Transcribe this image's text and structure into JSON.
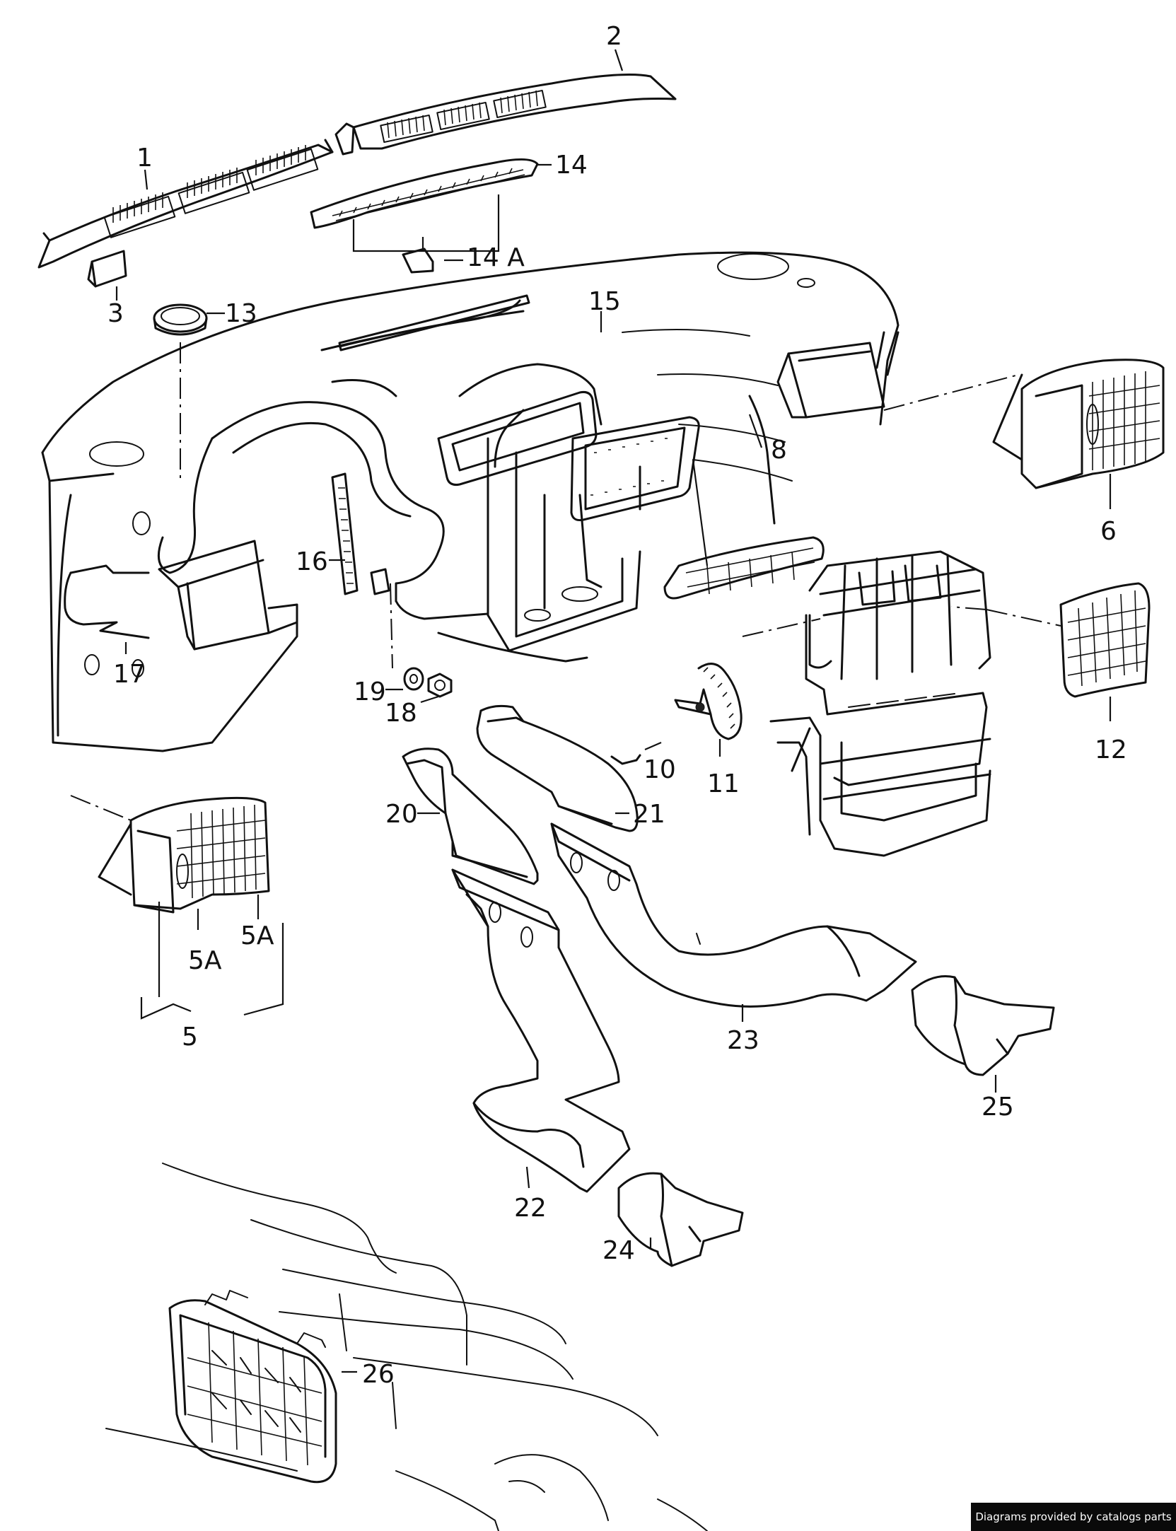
{
  "diagram": {
    "callouts": [
      {
        "id": "1",
        "text": "1"
      },
      {
        "id": "2",
        "text": "2"
      },
      {
        "id": "3",
        "text": "3"
      },
      {
        "id": "5",
        "text": "5"
      },
      {
        "id": "5A_left",
        "text": "5A"
      },
      {
        "id": "5A_right",
        "text": "5A"
      },
      {
        "id": "6",
        "text": "6"
      },
      {
        "id": "8",
        "text": "8"
      },
      {
        "id": "10",
        "text": "10"
      },
      {
        "id": "11",
        "text": "11"
      },
      {
        "id": "12",
        "text": "12"
      },
      {
        "id": "13",
        "text": "13"
      },
      {
        "id": "14",
        "text": "14"
      },
      {
        "id": "14A",
        "text": "14 A"
      },
      {
        "id": "15",
        "text": "15"
      },
      {
        "id": "16",
        "text": "16"
      },
      {
        "id": "17",
        "text": "17"
      },
      {
        "id": "18",
        "text": "18"
      },
      {
        "id": "19",
        "text": "19"
      },
      {
        "id": "20",
        "text": "20"
      },
      {
        "id": "21",
        "text": "21"
      },
      {
        "id": "22",
        "text": "22"
      },
      {
        "id": "23",
        "text": "23"
      },
      {
        "id": "24",
        "text": "24"
      },
      {
        "id": "25",
        "text": "25"
      },
      {
        "id": "26",
        "text": "26"
      }
    ]
  },
  "footer": {
    "credit": "Diagrams provided by catalogs parts"
  }
}
